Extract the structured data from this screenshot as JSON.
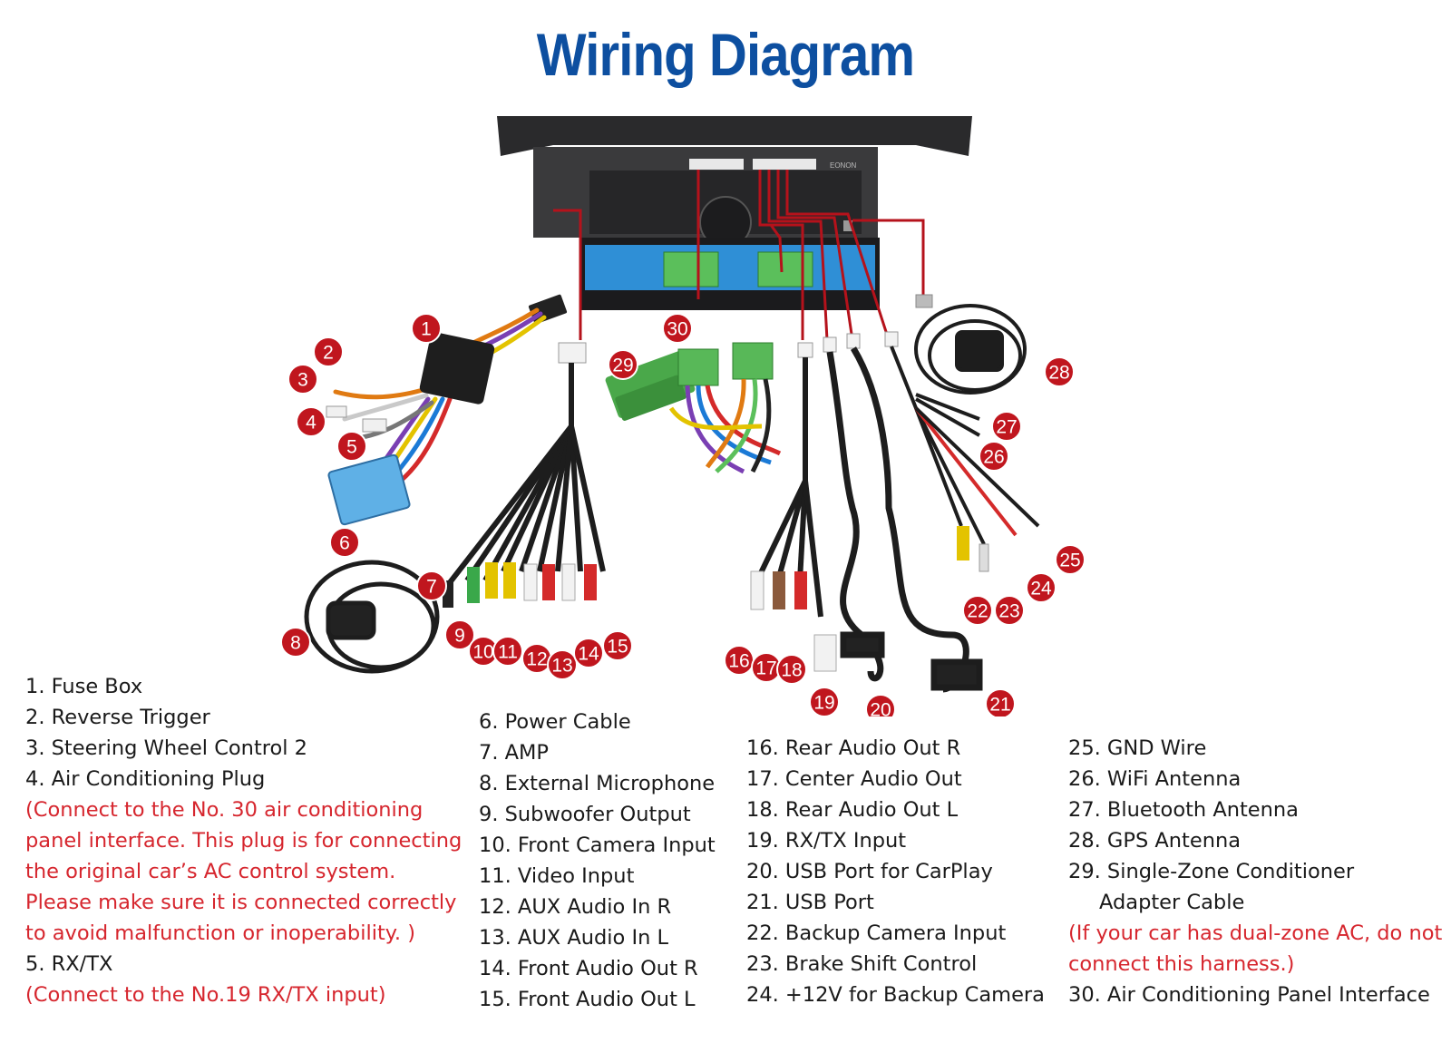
{
  "title": "Wiring Diagram",
  "brand": "EONON",
  "badges": [
    "1",
    "2",
    "3",
    "4",
    "5",
    "6",
    "7",
    "8",
    "9",
    "10",
    "11",
    "12",
    "13",
    "14",
    "15",
    "16",
    "17",
    "18",
    "19",
    "20",
    "21",
    "22",
    "23",
    "24",
    "25",
    "26",
    "27",
    "28",
    "29",
    "30"
  ],
  "legend": {
    "col1": [
      {
        "text": "1. Fuse Box",
        "note": false
      },
      {
        "text": "2. Reverse Trigger",
        "note": false
      },
      {
        "text": "3. Steering Wheel Control 2",
        "note": false
      },
      {
        "text": "4. Air Conditioning Plug",
        "note": false
      },
      {
        "text": "(Connect to the No. 30 air conditioning",
        "note": true
      },
      {
        "text": "panel interface. This plug is for connecting",
        "note": true
      },
      {
        "text": "the original car’s AC control system.",
        "note": true
      },
      {
        "text": "Please make sure it is connected correctly",
        "note": true
      },
      {
        "text": "to avoid malfunction or inoperability. )",
        "note": true
      },
      {
        "text": "5. RX/TX",
        "note": false
      },
      {
        "text": "(Connect to the No.19 RX/TX input)",
        "note": true
      }
    ],
    "col2": [
      {
        "text": "6. Power Cable",
        "note": false
      },
      {
        "text": "7. AMP",
        "note": false
      },
      {
        "text": "8. External Microphone",
        "note": false
      },
      {
        "text": "9. Subwoofer Output",
        "note": false
      },
      {
        "text": "10. Front Camera Input",
        "note": false
      },
      {
        "text": "11. Video Input",
        "note": false
      },
      {
        "text": "12. AUX Audio In R",
        "note": false
      },
      {
        "text": "13. AUX Audio In L",
        "note": false
      },
      {
        "text": "14. Front Audio Out R",
        "note": false
      },
      {
        "text": "15. Front Audio Out L",
        "note": false
      }
    ],
    "col3": [
      {
        "text": "16. Rear Audio Out R",
        "note": false
      },
      {
        "text": "17. Center Audio Out",
        "note": false
      },
      {
        "text": "18. Rear Audio Out L",
        "note": false
      },
      {
        "text": "19. RX/TX Input",
        "note": false
      },
      {
        "text": "20. USB Port for CarPlay",
        "note": false
      },
      {
        "text": "21. USB Port",
        "note": false
      },
      {
        "text": "22. Backup Camera Input",
        "note": false
      },
      {
        "text": "23. Brake Shift Control",
        "note": false
      },
      {
        "text": "24. +12V for Backup Camera",
        "note": false
      }
    ],
    "col4": [
      {
        "text": "25. GND Wire",
        "note": false
      },
      {
        "text": "26. WiFi Antenna",
        "note": false
      },
      {
        "text": "27. Bluetooth Antenna",
        "note": false
      },
      {
        "text": "28. GPS Antenna",
        "note": false
      },
      {
        "text": "29. Single-Zone Conditioner",
        "note": false
      },
      {
        "text": "Adapter Cable",
        "note": false
      },
      {
        "text": "(If your car has dual-zone AC, do not",
        "note": true
      },
      {
        "text": "connect this harness.)",
        "note": true
      },
      {
        "text": "30. Air Conditioning Panel Interface",
        "note": false
      }
    ]
  },
  "colors": {
    "title": "#0d4fa0",
    "badge": "#c0161e",
    "note": "#d6262e",
    "leader": "#b5121b"
  }
}
